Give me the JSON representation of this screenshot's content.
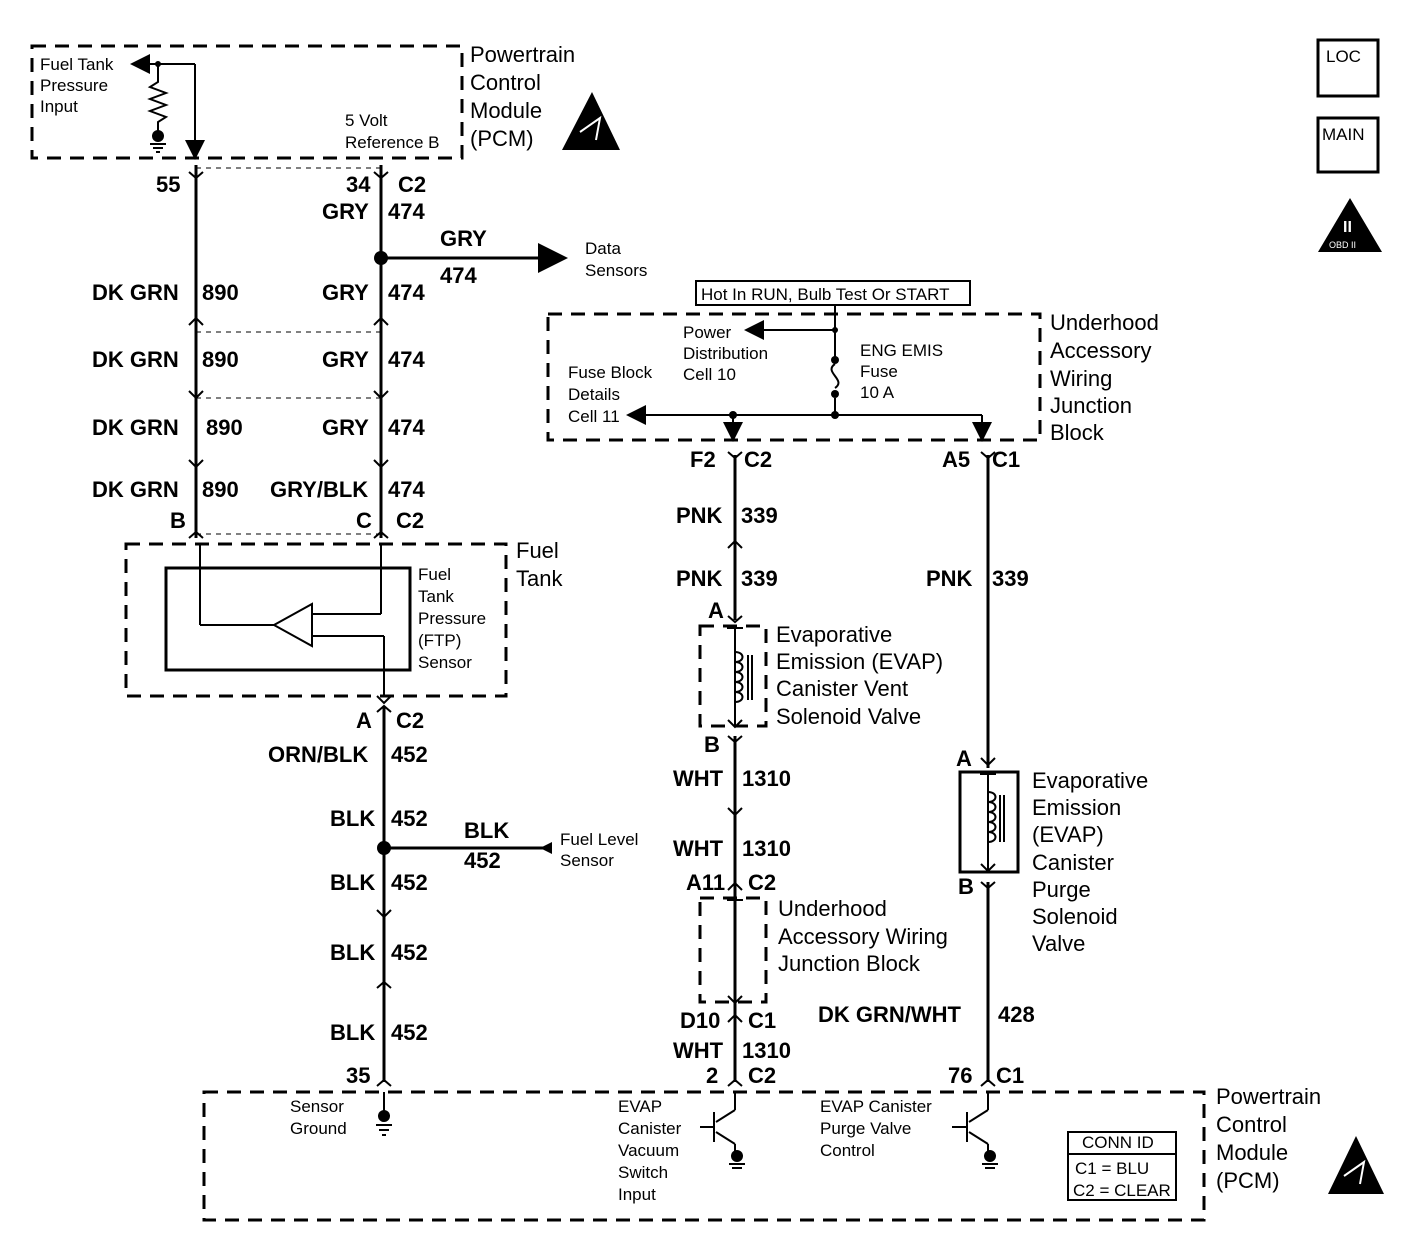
{
  "icons": {
    "loc": "LOC",
    "main": "MAIN",
    "obd_roman": "II",
    "obd_text": "OBD II"
  },
  "pcm_top": {
    "title": [
      "Powertrain",
      "Control",
      "Module",
      "(PCM)"
    ],
    "ftp_input": [
      "Fuel Tank",
      "Pressure",
      "Input"
    ],
    "vref": [
      "5 Volt",
      "Reference B"
    ]
  },
  "terminals": {
    "t55": "55",
    "t34": "34",
    "c2_a": "C2",
    "t_b": "B",
    "t_c": "C",
    "c2_b": "C2",
    "t_a": "A",
    "c2_c": "C2",
    "f2": "F2",
    "c2_d": "C2",
    "a5": "A5",
    "c1_a": "C1",
    "vent_a": "A",
    "vent_b": "B",
    "purge_a": "A",
    "purge_b": "B",
    "a11": "A11",
    "c2_e": "C2",
    "d10": "D10",
    "c1_b": "C1",
    "t35": "35",
    "t2": "2",
    "c2_f": "C2",
    "t76": "76",
    "c1_c": "C1"
  },
  "wires": {
    "gry": "GRY",
    "n474": "474",
    "gryblk": "GRY/BLK",
    "dkgrn": "DK GRN",
    "n890": "890",
    "ornblk": "ORN/BLK",
    "n452": "452",
    "blk": "BLK",
    "pnk": "PNK",
    "n339": "339",
    "wht": "WHT",
    "n1310": "1310",
    "dkgrnwht": "DK GRN/WHT",
    "n428": "428"
  },
  "refs": {
    "data_sensors": [
      "Data",
      "Sensors"
    ],
    "fuel_level": [
      "Fuel Level",
      "Sensor"
    ],
    "power_dist": [
      "Power",
      "Distribution",
      "Cell 10"
    ],
    "fuse_block": [
      "Fuse Block",
      "Details",
      "Cell 11"
    ]
  },
  "uajb": {
    "hot_label": "Hot In RUN, Bulb Test Or START",
    "fuse": [
      "ENG EMIS",
      "Fuse",
      "10 A"
    ],
    "title": [
      "Underhood",
      "Accessory",
      "Wiring",
      "Junction",
      "Block"
    ]
  },
  "fuel_tank": {
    "title": [
      "Fuel",
      "Tank"
    ],
    "sensor": [
      "Fuel",
      "Tank",
      "Pressure",
      "(FTP)",
      "Sensor"
    ]
  },
  "vent": [
    "Evaporative",
    "Emission (EVAP)",
    "Canister Vent",
    "Solenoid Valve"
  ],
  "purge": [
    "Evaporative",
    "Emission",
    "(EVAP)",
    "Canister",
    "Purge",
    "Solenoid",
    "Valve"
  ],
  "uajb2": [
    "Underhood",
    "Accessory Wiring",
    "Junction Block"
  ],
  "pcm_bottom": {
    "title": [
      "Powertrain",
      "Control",
      "Module",
      "(PCM)"
    ],
    "sensor_ground": [
      "Sensor",
      "Ground"
    ],
    "vac_switch": [
      "EVAP",
      "Canister",
      "Vacuum",
      "Switch",
      "Input"
    ],
    "purge_ctrl": [
      "EVAP Canister",
      "Purge Valve",
      "Control"
    ]
  },
  "conn_id": {
    "title": "CONN ID",
    "c1": "C1 = BLU",
    "c2": "C2 = CLEAR"
  }
}
